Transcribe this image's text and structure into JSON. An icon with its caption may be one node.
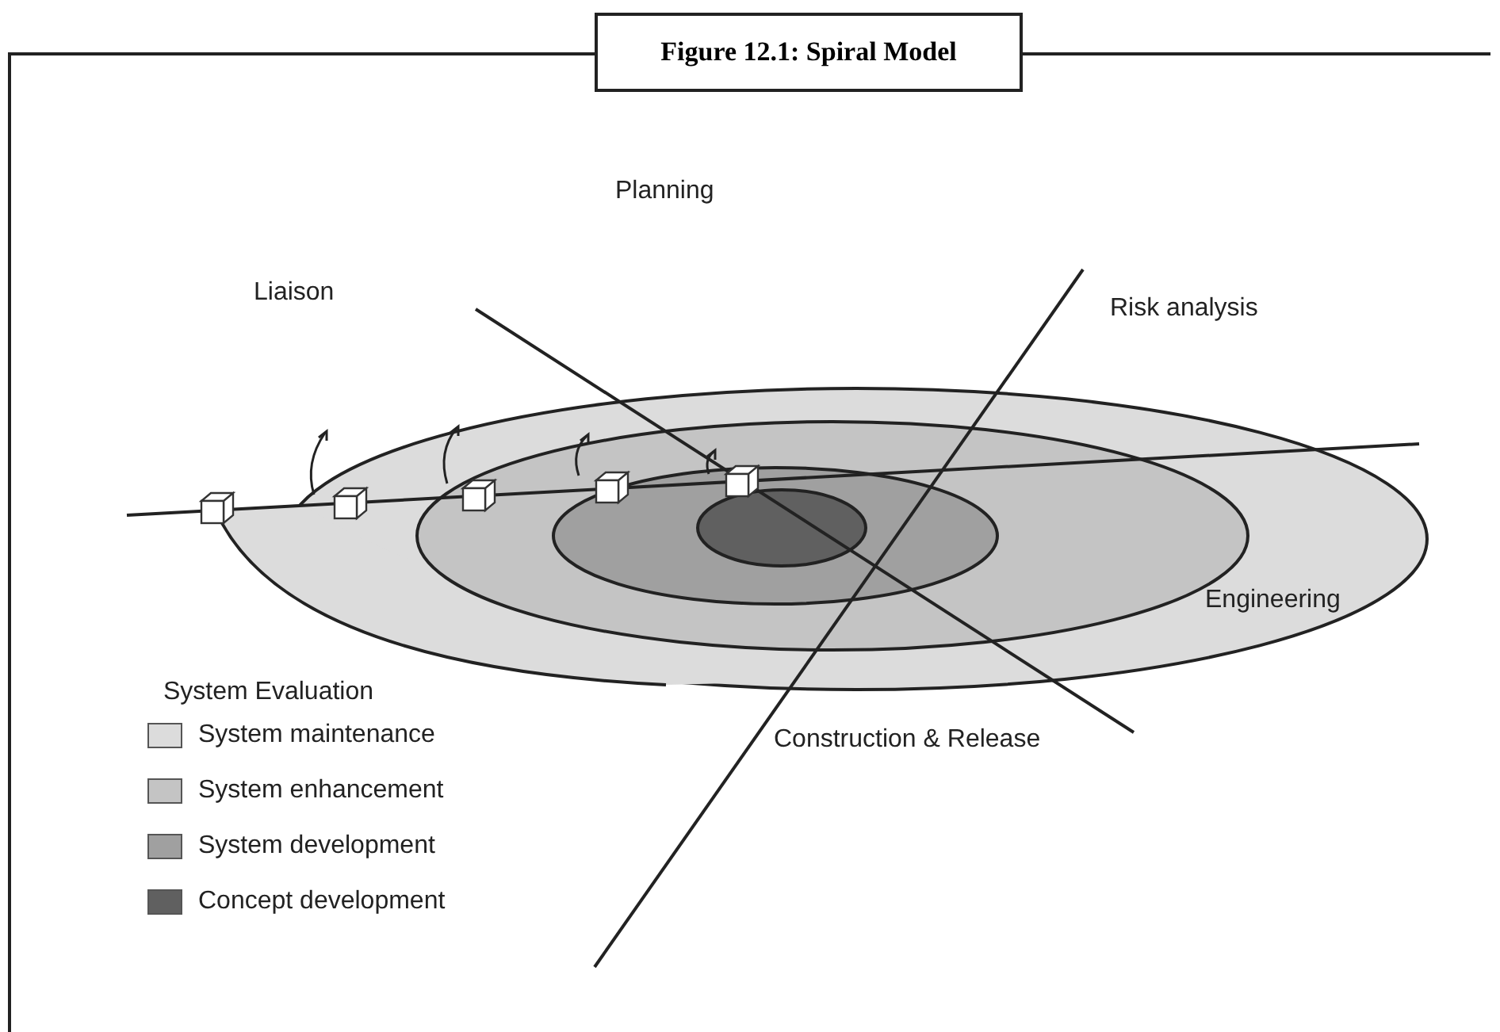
{
  "diagram": {
    "title": "Figure 12.1: Spiral Model",
    "labels": [
      "Planning",
      "Liaison",
      "Risk analysis",
      "Engineering",
      "System Evaluation",
      "Construction & Release"
    ],
    "legend": [
      {
        "text": "System maintenance",
        "color": "#dcdcdc"
      },
      {
        "text": "System enhancement",
        "color": "#c4c4c4"
      },
      {
        "text": "System development",
        "color": "#a0a0a0"
      },
      {
        "text": "Concept development",
        "color": "#606060"
      }
    ]
  }
}
